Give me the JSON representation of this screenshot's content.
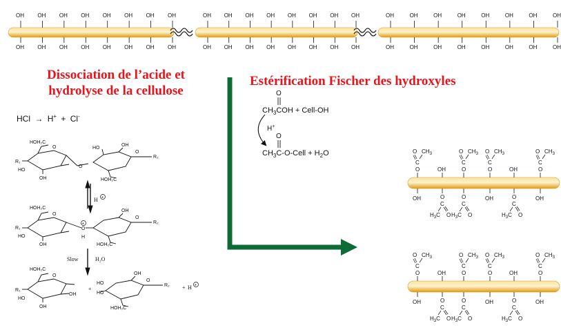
{
  "titles": {
    "left_line1": "Dissociation de l’acide et",
    "left_line2": "hydrolyse de la cellulose",
    "right": "Estérification Fischer des hydroxyles"
  },
  "labels": {
    "oh": "OH",
    "o": "O",
    "c": "C",
    "ch3": "CH",
    "h3c": "H",
    "sub3": "3"
  },
  "dissociation": {
    "hcl": "HCl",
    "h": "H",
    "plus_sup": "+",
    "cl": "Cl",
    "minus_sup": "-",
    "plus": "+"
  },
  "esterification": {
    "acetic_acid": "OH + Cell-OH",
    "catalyst": "H",
    "catalyst_sup": "+",
    "product": "-O-Cell + H",
    "water_sub": "2",
    "water_o": "O"
  },
  "hydrolysis": {
    "hoh2c": "HOH₂C",
    "ho": "HO",
    "oh": "OH",
    "hoh2c_bottom": "HOH₂C",
    "r1": "R₁",
    "r2": "R₂",
    "h_plus_circle": "H",
    "slow": "Slow",
    "h2o": "H₂O",
    "h": "H",
    "plus": "+"
  },
  "colors": {
    "arrow_green": "#0d6b36",
    "title_red": "#e8141b",
    "cellulose_gold_light": "#fde9a8",
    "cellulose_gold_dark": "#e8a21a"
  }
}
